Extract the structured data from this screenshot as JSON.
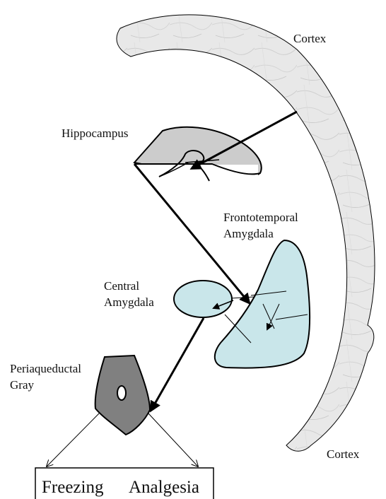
{
  "labels": {
    "cortex_top": "Cortex",
    "cortex_bottom": "Cortex",
    "hippocampus": "Hippocampus",
    "frontotemporal_line1": "Frontotemporal",
    "frontotemporal_line2": "Amygdala",
    "central_line1": "Central",
    "central_line2": "Amygdala",
    "pag_line1": "Periaqueductal",
    "pag_line2": "Gray",
    "freezing": "Freezing",
    "analgesia": "Analgesia"
  },
  "colors": {
    "cortex_fill": "#e6e6e6",
    "hippocampus_fill": "#cccccc",
    "amygdala_fill": "#c9e6ea",
    "pag_fill": "#808080",
    "stroke": "#000000"
  }
}
